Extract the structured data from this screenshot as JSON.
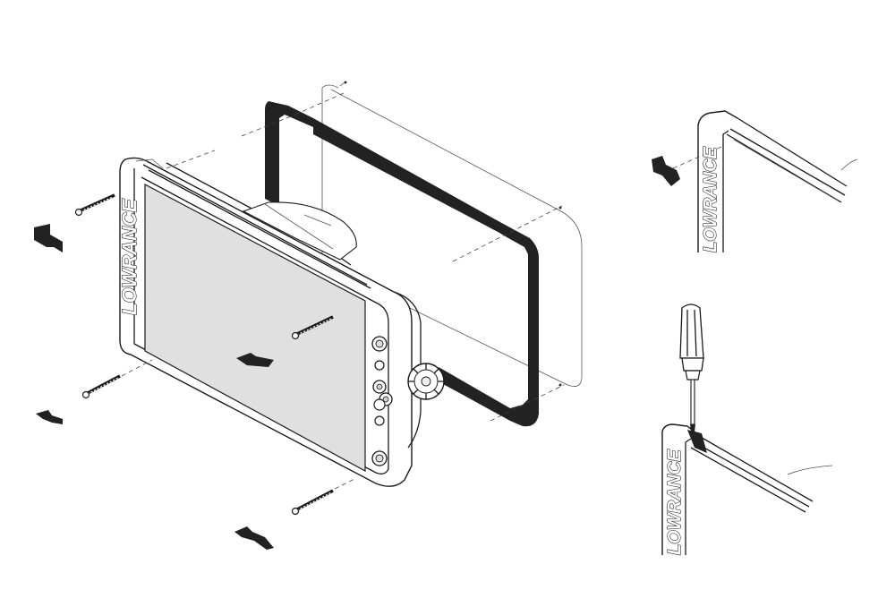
{
  "diagram": {
    "brand_text": "LOWRANCE",
    "colors": {
      "line": "#1a1a1a",
      "screen": "#e0e0e0",
      "gasket": "#222222",
      "bezel": "#ffffff"
    },
    "parts": {
      "display_unit": "front bezel with screen, buttons and rotary knob",
      "gasket": "black mounting gasket frame",
      "housing": "rear housing (outline)",
      "screws": 4,
      "corner_clips": 4,
      "screwdriver": "flat-head screwdriver"
    },
    "insets": [
      "clip-install-detail",
      "clip-removal-detail"
    ]
  }
}
